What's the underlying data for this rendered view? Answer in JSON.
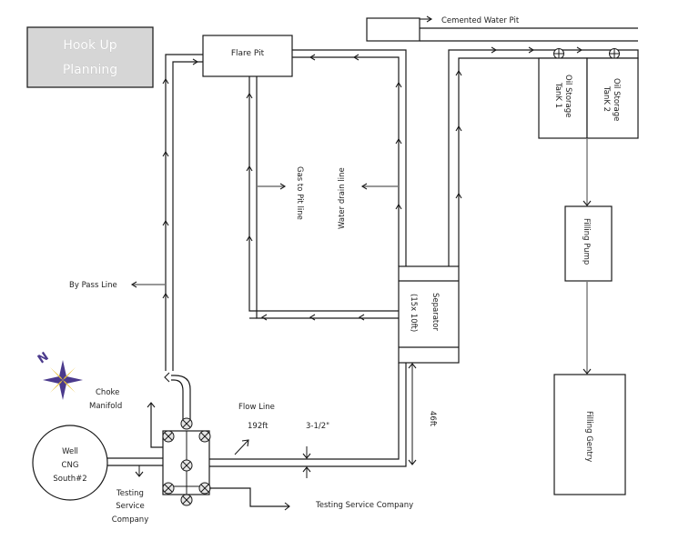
{
  "title_box": {
    "line1": "Hook Up",
    "line2": "Planning",
    "fill": "#d6d6d6"
  },
  "nodes": {
    "flare_pit": "Flare Pit",
    "cemented_water_pit": "Cemented Water Pit",
    "oil_tank_1": {
      "line1": "Oil Storage",
      "line2": "TanK 1"
    },
    "oil_tank_2": {
      "line1": "Oil Storage",
      "line2": "TanK 2"
    },
    "filling_pump": "Filling Pump",
    "filling_gentry": "Filling Gentry",
    "separator": {
      "line1": "Separator",
      "line2": "(15x 10ft)"
    },
    "well": {
      "line1": "Well",
      "line2": "CNG",
      "line3": "South#2"
    }
  },
  "labels": {
    "gas_to_pit_line": "Gas to Pit line",
    "water_drain_line": "Water drain line",
    "by_pass_line": "By Pass Line",
    "choke_manifold_1": "Choke",
    "choke_manifold_2": "Manifold",
    "flow_line": "Flow Line",
    "flow_length": "192ft",
    "pipe_diameter": "3-1/2\"",
    "separator_height": "46ft",
    "testing_service_left_1": "Testing",
    "testing_service_left_2": "Service",
    "testing_service_left_3": "Company",
    "testing_service_right": "Testing Service Company"
  },
  "compass": {
    "label": "N",
    "colors": {
      "primary": "#4b3a8c",
      "secondary": "#e8c23a"
    }
  }
}
